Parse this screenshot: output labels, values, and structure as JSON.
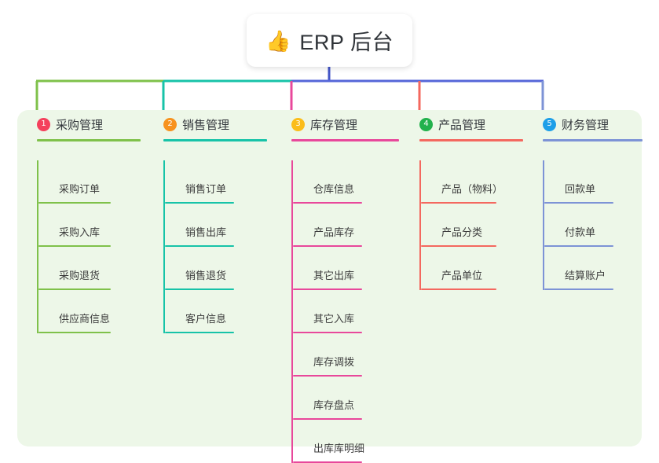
{
  "root": {
    "emoji": "👍",
    "emoji_name": "thumbs-up-emoji",
    "title": "ERP 后台"
  },
  "palette": {
    "panel_bg": "#edf7e8",
    "page_bg": "#ffffff",
    "text": "#3d3d3d",
    "title_text": "#33373c",
    "stem": "#4355c7",
    "bus_green": "#7fc14a",
    "bus_teal": "#17c3a8",
    "bus_blue": "#5566d8"
  },
  "columns": [
    {
      "number": "1",
      "title": "采购管理",
      "badge_color": "#f4405c",
      "line_color": "#7fc14a",
      "stub_color": "#7fc14a",
      "items": [
        {
          "label": "采购订单"
        },
        {
          "label": "采购入库"
        },
        {
          "label": "采购退货"
        },
        {
          "label": "供应商信息"
        }
      ]
    },
    {
      "number": "2",
      "title": "销售管理",
      "badge_color": "#f7921e",
      "line_color": "#17c3a8",
      "stub_color": "#17c3a8",
      "items": [
        {
          "label": "销售订单"
        },
        {
          "label": "销售出库"
        },
        {
          "label": "销售退货"
        },
        {
          "label": "客户信息"
        }
      ]
    },
    {
      "number": "3",
      "title": "库存管理",
      "badge_color": "#fbbd1a",
      "line_color": "#e8489b",
      "stub_color": "#e8489b",
      "items": [
        {
          "label": "仓库信息"
        },
        {
          "label": "产品库存"
        },
        {
          "label": "其它出库"
        },
        {
          "label": "其它入库"
        },
        {
          "label": "库存调拨"
        },
        {
          "label": "库存盘点"
        },
        {
          "label": "出库库明细"
        }
      ]
    },
    {
      "number": "4",
      "title": "产品管理",
      "badge_color": "#22b14c",
      "line_color": "#f4685f",
      "stub_color": "#f4685f",
      "items": [
        {
          "label": "产品（物料）"
        },
        {
          "label": "产品分类"
        },
        {
          "label": "产品单位"
        }
      ]
    },
    {
      "number": "5",
      "title": "财务管理",
      "badge_color": "#1e9fe8",
      "line_color": "#7d93d6",
      "stub_color": "#7d93d6",
      "items": [
        {
          "label": "回款单"
        },
        {
          "label": "付款单"
        },
        {
          "label": "结算账户"
        }
      ]
    }
  ]
}
